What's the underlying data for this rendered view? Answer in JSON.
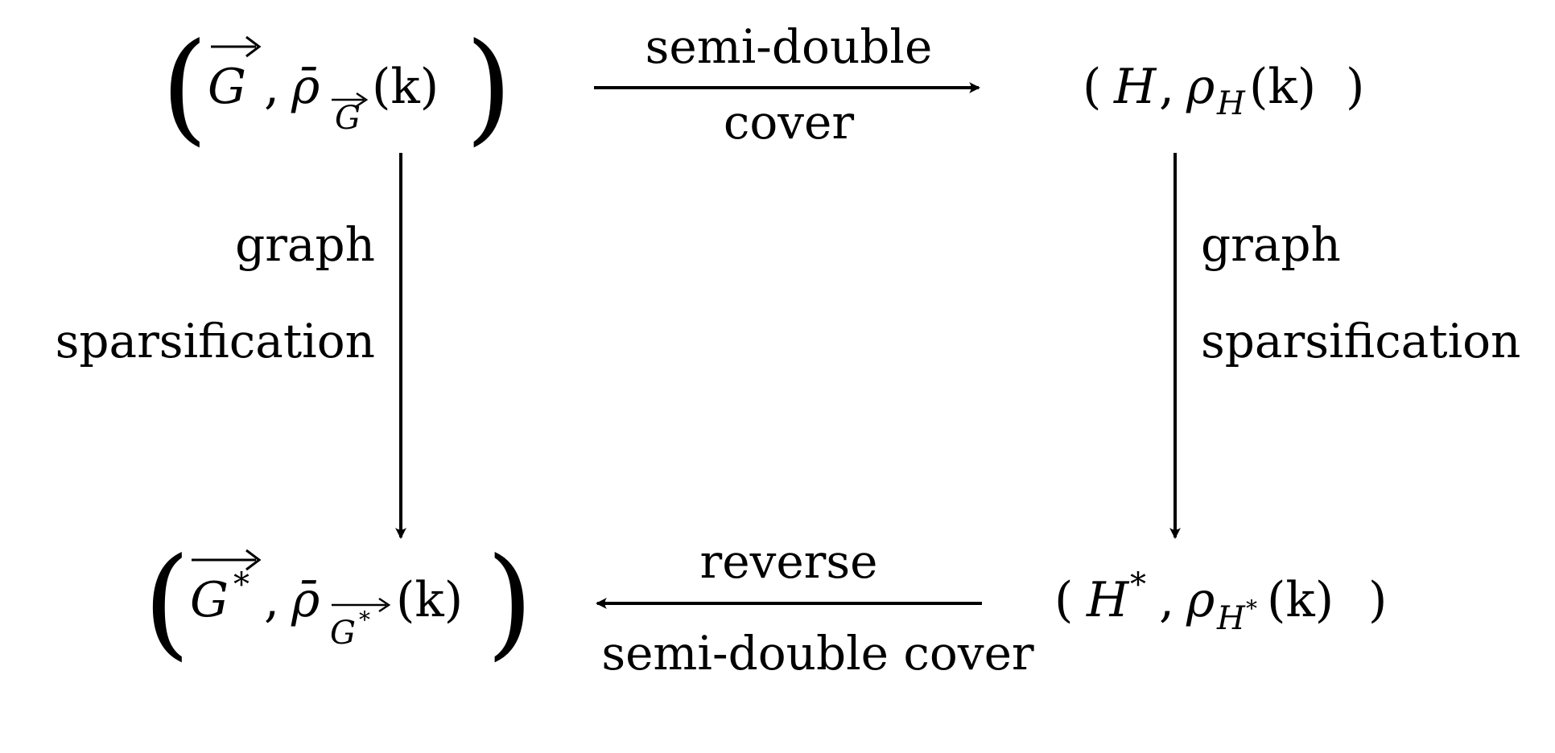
{
  "nodes": {
    "top_left": {
      "graph_symbol": "G",
      "comma": ",",
      "rho_symbol": "ρ̄",
      "subscript_symbol": "G",
      "arg": "(k)"
    },
    "top_right": {
      "open": "(",
      "graph_symbol": "H",
      "comma": ",",
      "rho_symbol": "ρ",
      "subscript_symbol": "H",
      "arg": "(k)",
      "close": ")"
    },
    "bottom_left": {
      "graph_symbol": "G",
      "star": "*",
      "comma": ",",
      "rho_symbol": "ρ̄",
      "subscript_symbol": "G",
      "subscript_star": "*",
      "arg": "(k)"
    },
    "bottom_right": {
      "open": "(",
      "graph_symbol": "H",
      "star": "*",
      "comma": ",",
      "rho_symbol": "ρ",
      "subscript_symbol": "H",
      "subscript_star": "*",
      "arg": "(k)",
      "close": ")"
    }
  },
  "edges": {
    "top": {
      "label_line1": "semi-double",
      "label_line2": "cover"
    },
    "left": {
      "label_line1": "graph",
      "label_line2": "sparsification"
    },
    "right": {
      "label_line1": "graph",
      "label_line2": "sparsification"
    },
    "bottom": {
      "label_line1": "reverse",
      "label_line2": "semi-double cover"
    }
  }
}
